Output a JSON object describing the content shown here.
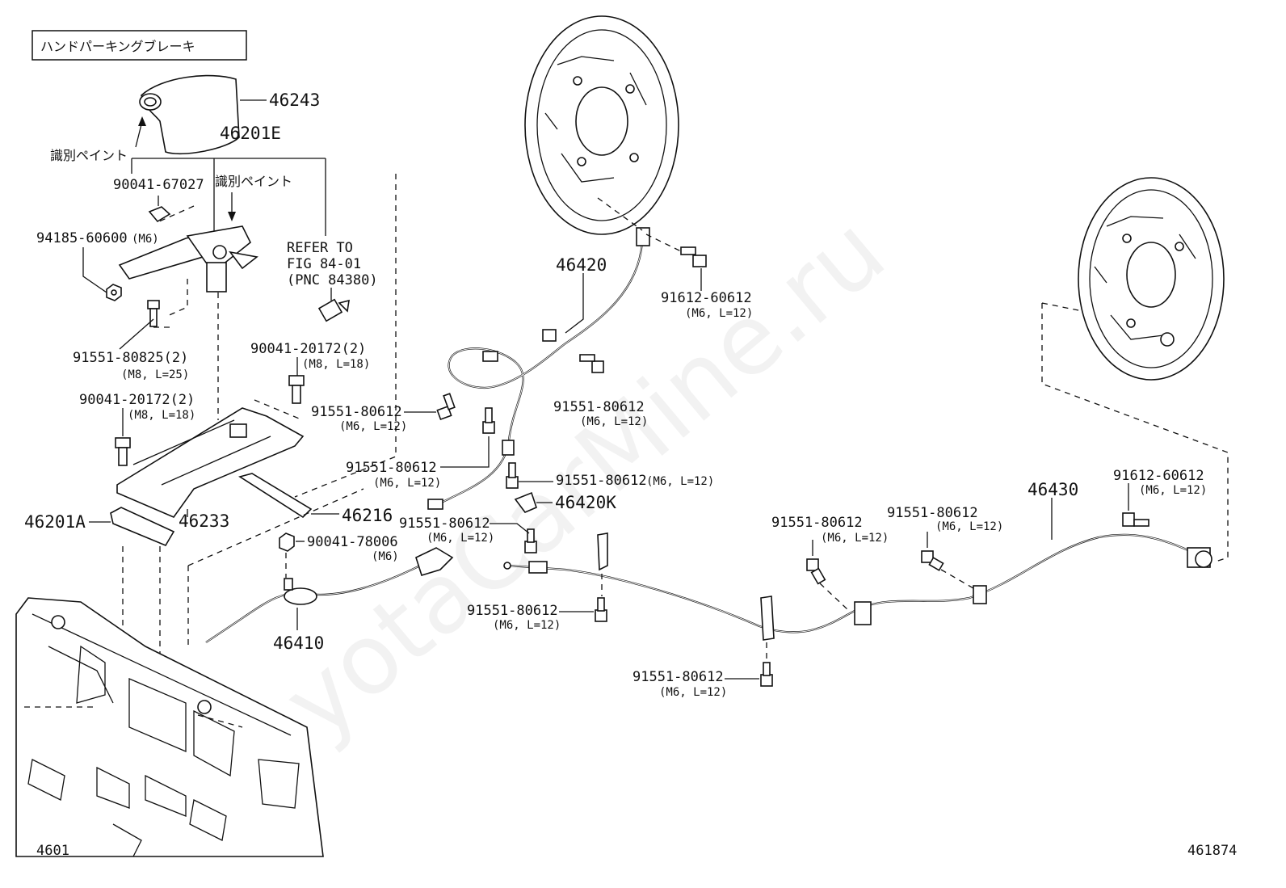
{
  "title": "ハンドパーキングブレーキ",
  "watermark": "ToyotaCarMine.ru",
  "page_left": "4601",
  "page_right": "461874",
  "refer": {
    "line1": "REFER TO",
    "line2": "FIG 84-01",
    "line3": "(PNC 84380)"
  },
  "paint_note": "識別ペイント",
  "labels": {
    "p46243": "46243",
    "p46201E": "46201E",
    "p90041_67027": "90041-67027",
    "p94185": "94185-60600",
    "p94185_spec": "(M6)",
    "p91551_80825": "91551-80825(2)",
    "p91551_80825_spec": "(M8, L=25)",
    "p90041_20172_a": "90041-20172(2)",
    "p90041_20172_a_spec": "(M8, L=18)",
    "p90041_20172_b": "90041-20172(2)",
    "p90041_20172_b_spec": "(M8, L=18)",
    "p46201A": "46201A",
    "p46233": "46233",
    "p46216": "46216",
    "p90041_78006": "90041-78006",
    "p90041_78006_spec": "(M6)",
    "p46410": "46410",
    "p46420": "46420",
    "p46420K": "46420K",
    "p46430": "46430",
    "p91612_a": "91612-60612",
    "p91612_a_spec": "(M6, L=12)",
    "p91612_b": "91612-60612",
    "p91612_b_spec": "(M6, L=12)",
    "b1": "91551-80612",
    "b1s": "(M6, L=12)",
    "b2": "91551-80612",
    "b2s": "(M6, L=12)",
    "b3": "91551-80612",
    "b3s": "(M6, L=12)",
    "b4": "91551-80612",
    "b4s": "(M6, L=12)",
    "b5": "91551-80612",
    "b5s": "(M6, L=12)",
    "b6": "91551-80612",
    "b6s": "(M6, L=12)",
    "b7": "91551-80612",
    "b7s": "(M6, L=12)",
    "b8": "91551-80612",
    "b8s": "(M6, L=12)",
    "b9": "91551-80612",
    "b9s": "(M6, L=12)"
  }
}
